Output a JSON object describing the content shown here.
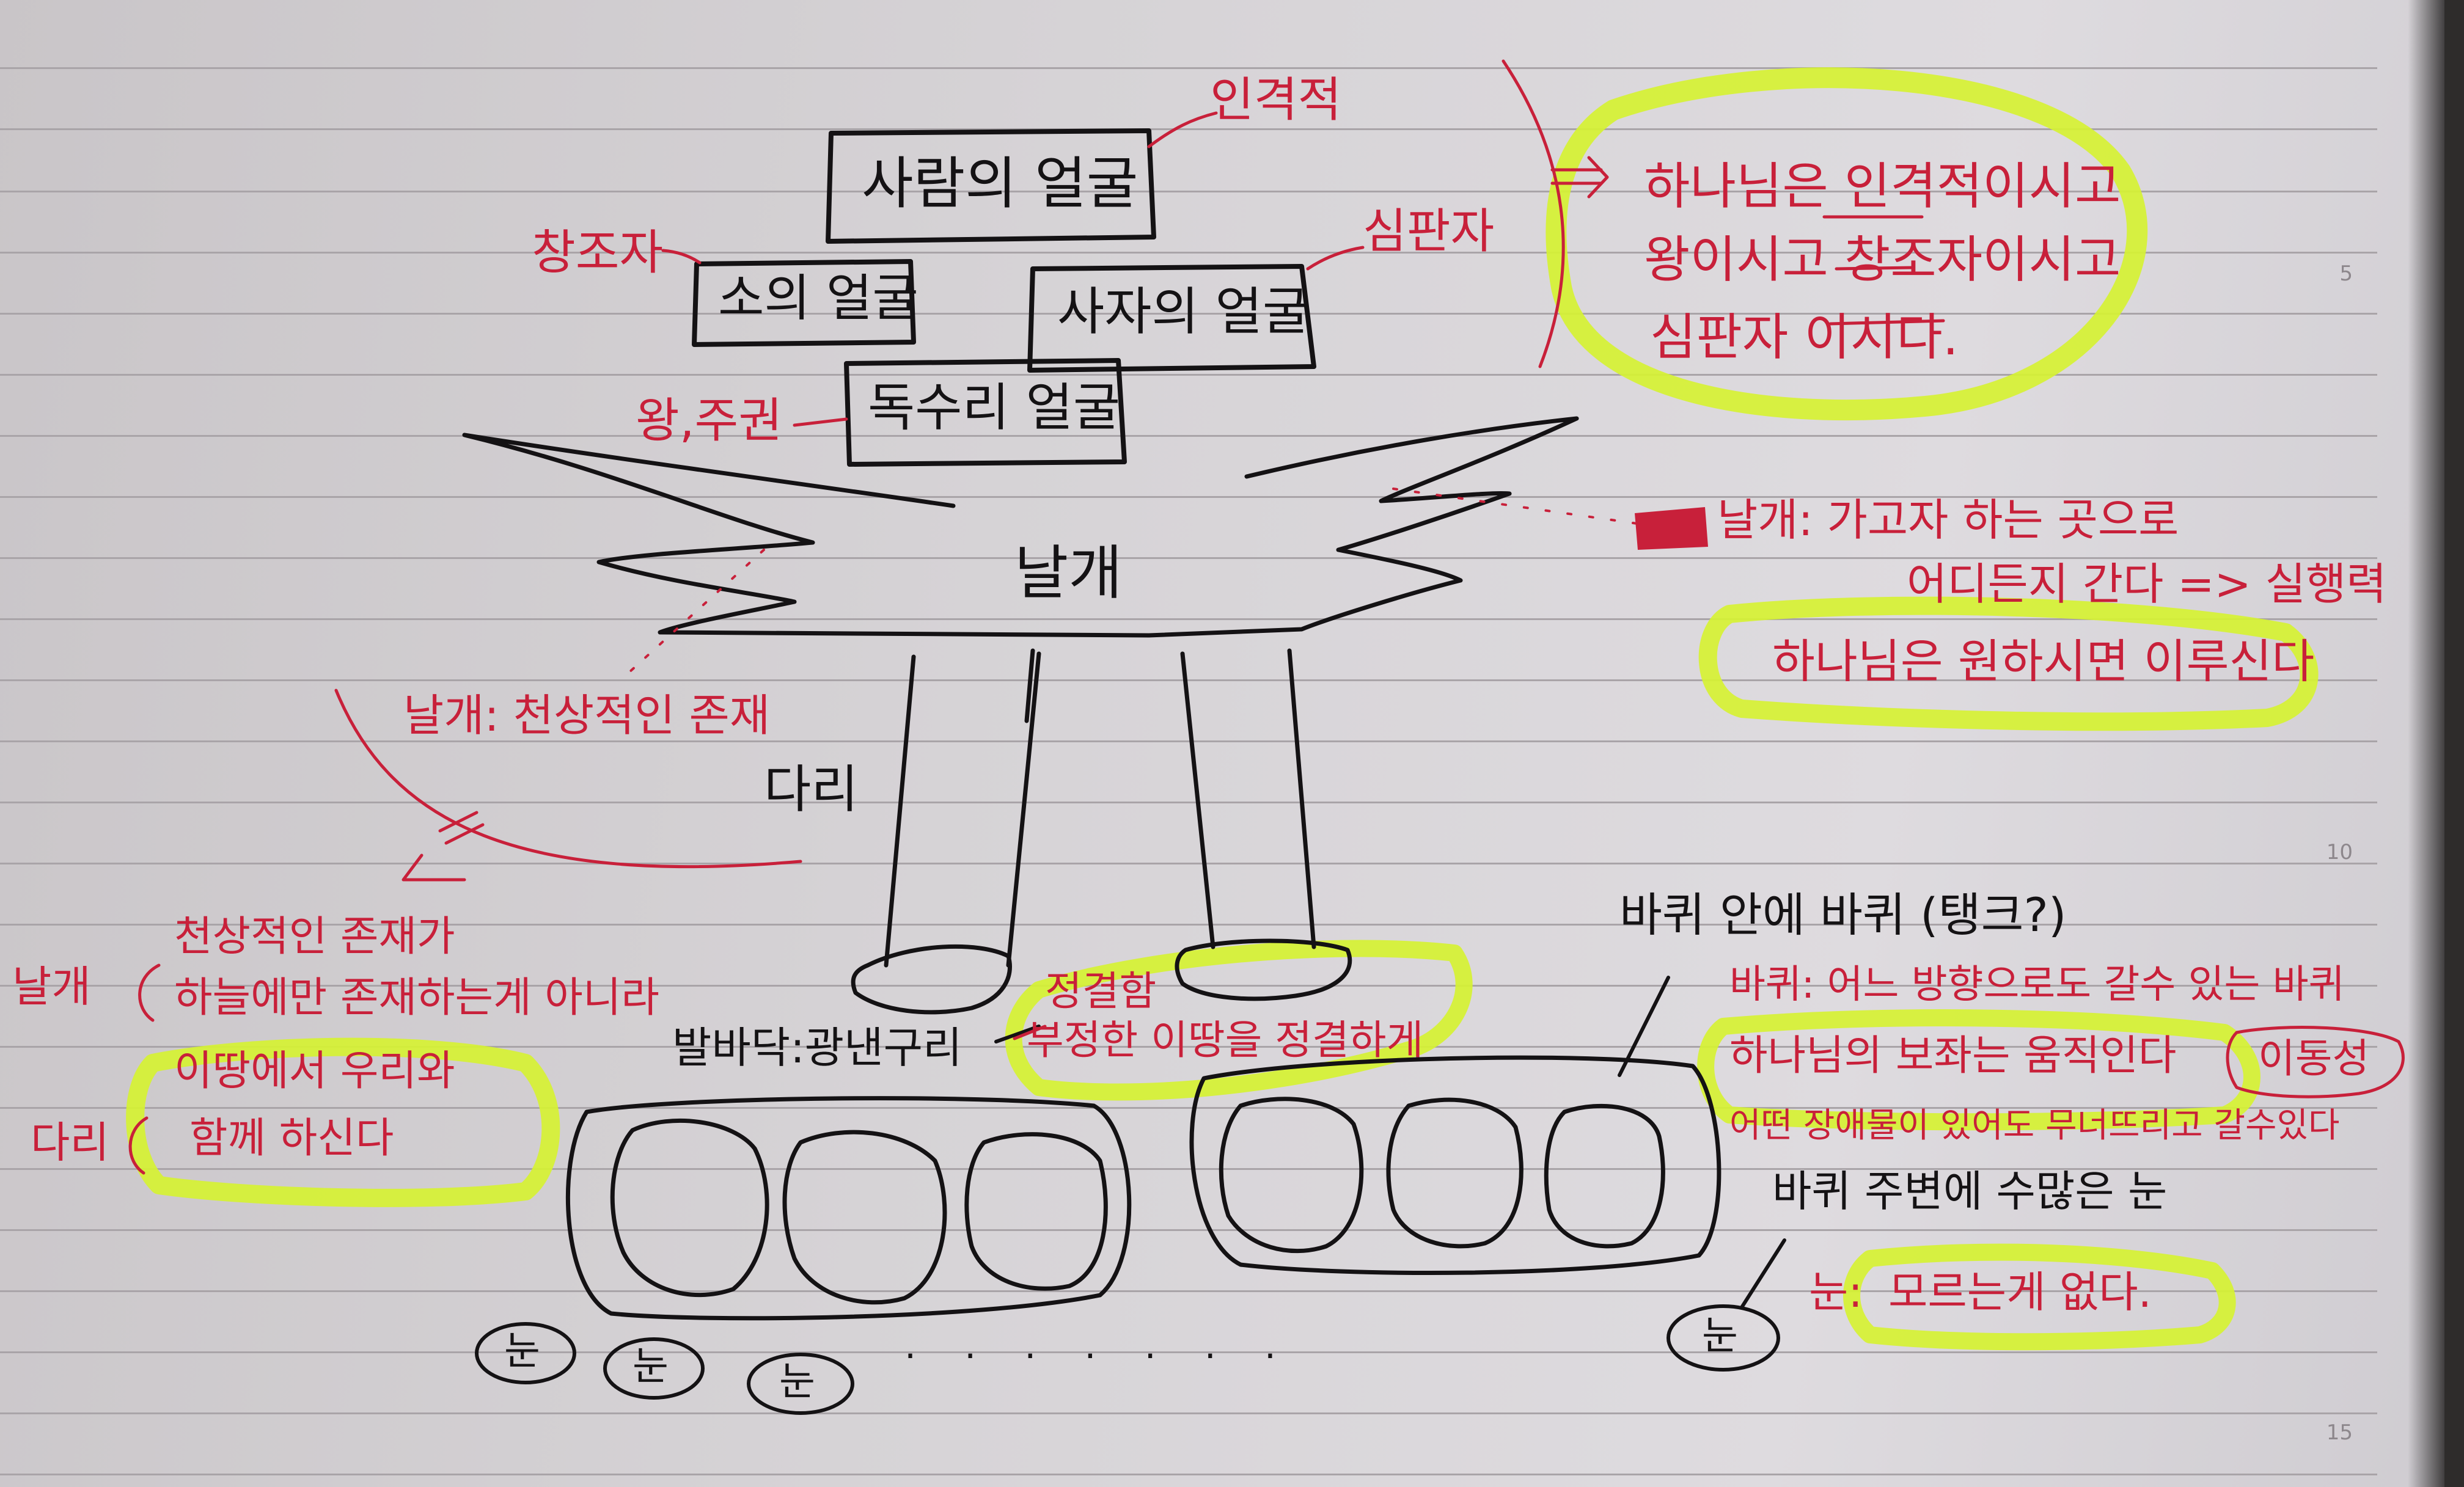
{
  "notebook": {
    "line_numbers": [
      "5",
      "10",
      "15"
    ]
  },
  "faces": {
    "human": "사람의 얼굴",
    "ox": "소의 얼굴",
    "lion": "사자의 얼굴",
    "eagle": "독수리 얼굴"
  },
  "face_meanings": {
    "human": "인격적",
    "ox": "창조자",
    "lion": "심판자",
    "eagle": "왕,주권"
  },
  "summary": {
    "line1": "하나님은 인격적이시고",
    "line2": "왕이시고 창조자이시고",
    "line3": "심판자 이시다."
  },
  "wings": {
    "label": "날개",
    "meaning_heavenly": "날개: 천상적인 존재",
    "note_line1": "날개: 가고자 하는 곳으로",
    "note_line2": "어디든지 간다 => 실행력",
    "note_line3": "하나님은 원하시면 이루신다"
  },
  "legs": {
    "label": "다리"
  },
  "left_notes": {
    "wing_key": "날개",
    "leg_key": "다리",
    "line1": "천상적인 존재가",
    "line2": "하늘에만 존재하는게 아니라",
    "line3": "이땅에서 우리와",
    "line4": "함께 하신다"
  },
  "feet": {
    "label": "발바닥:광낸구리",
    "red_line1": "정결함",
    "red_line2": "부정한 이땅을 정결하게"
  },
  "wheels": {
    "title": "바퀴 안에 바퀴 (탱크?)",
    "line1": "바퀴: 어느 방향으로도 갈수 있는 바퀴",
    "line2": "하나님의 보좌는 움직인다",
    "badge": "이동성",
    "line3": "어떤 장애물이 있어도 무너뜨리고 갈수있다",
    "eyes_title": "바퀴 주변에 수많은 눈",
    "eyes_note_key": "눈:",
    "eyes_note": "모르는게 없다."
  },
  "eyes": {
    "label": "눈",
    "dots": "· · · · · · ·"
  },
  "colors": {
    "ink": "#141214",
    "red_pen": "#c8203a",
    "highlighter": "#d6f233"
  }
}
